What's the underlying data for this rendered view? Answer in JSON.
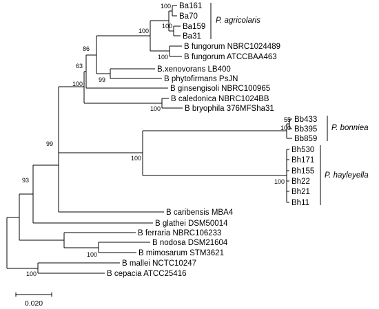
{
  "tree": {
    "taxa": [
      "Ba161",
      "Ba70",
      "Ba159",
      "Ba31",
      "B fungorum NBRC1024489",
      "B fungorum ATCCBAA463",
      "B.xenovorans LB400",
      "B phytofirmans PsJN",
      "B ginsengisoli NBRC100965",
      "B caledonica NBRC1024BB",
      "B bryophila 376MFSha31",
      "Bb433",
      "Bb395",
      "Bb859",
      "Bh530",
      "Bh171",
      "Bh155",
      "Bh22",
      "Bh21",
      "Bh11",
      "B caribensis MBA4",
      "B glathei DSM50014",
      "B ferraria NBRC106233",
      "B nodosa DSM21604",
      "B mimosarum STM3621",
      "B mallei NCTC10247",
      "B cepacia ATCC25416"
    ],
    "bootstrap": [
      "100",
      "100",
      "100",
      "86",
      "99",
      "63",
      "100",
      "100",
      "55",
      "100",
      "100",
      "100",
      "99",
      "93",
      "100",
      "100",
      "100"
    ],
    "clades": [
      "P. agricolaris",
      "P. bonniea",
      "P. hayleyella"
    ],
    "scale_label": "0.020"
  }
}
